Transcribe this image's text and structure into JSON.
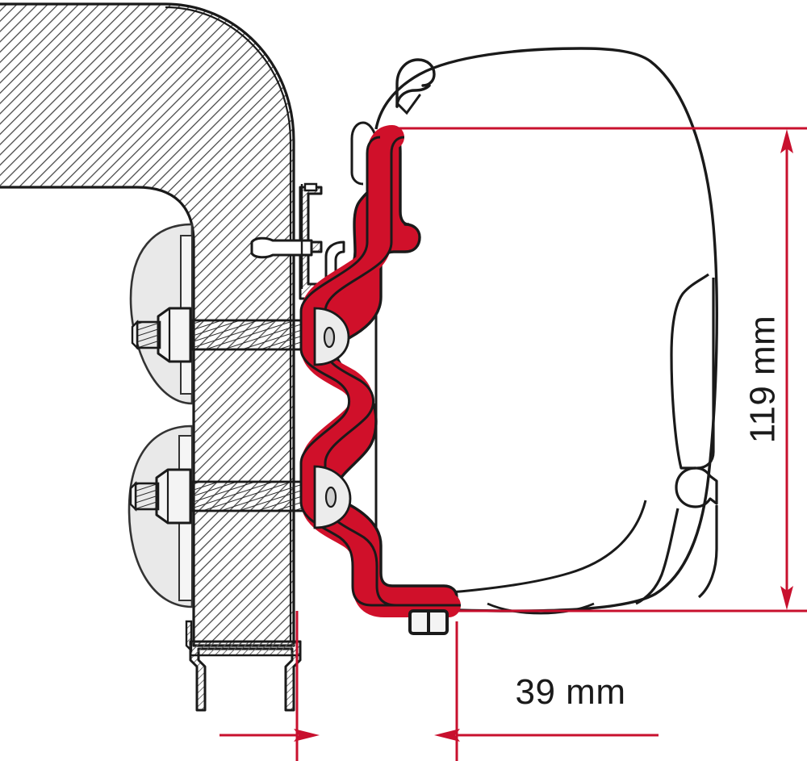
{
  "drawing": {
    "type": "technical-cross-section",
    "title": "Awning wall-mount adapter bracket cross-section",
    "background_color": "#ffffff"
  },
  "dimensions": {
    "vertical": {
      "label": "119 mm",
      "value": 119,
      "unit": "mm",
      "orientation": "vertical",
      "text_rotation_deg": -90,
      "color": "#C8102E"
    },
    "horizontal": {
      "label": "39 mm",
      "value": 39,
      "unit": "mm",
      "orientation": "horizontal",
      "text_rotation_deg": 0,
      "color": "#C8102E"
    }
  },
  "colors": {
    "bracket_red": "#D0102A",
    "dimension_red": "#C8102E",
    "outline_black": "#1a1a1a",
    "hatch_gray": "#555555",
    "plate_gray": "#e8e8e8",
    "metal_gray": "#f2f2f2"
  },
  "parts": {
    "wall": {
      "name": "vehicle-wall-section",
      "fill_style": "diagonal-hatch"
    },
    "adapter_bracket": {
      "name": "adapter-bracket",
      "color": "#D0102A"
    },
    "awning_case": {
      "name": "awning-case-outline"
    },
    "fasteners": [
      {
        "name": "upper-bolt-assembly"
      },
      {
        "name": "lower-bolt-assembly"
      },
      {
        "name": "bottom-bolt-head"
      }
    ],
    "backing_plates": [
      {
        "name": "upper-backing-plate"
      },
      {
        "name": "lower-backing-plate"
      }
    ],
    "hook": {
      "name": "case-hook-profile"
    },
    "lead_rail": {
      "name": "lead-rail-profile"
    }
  }
}
